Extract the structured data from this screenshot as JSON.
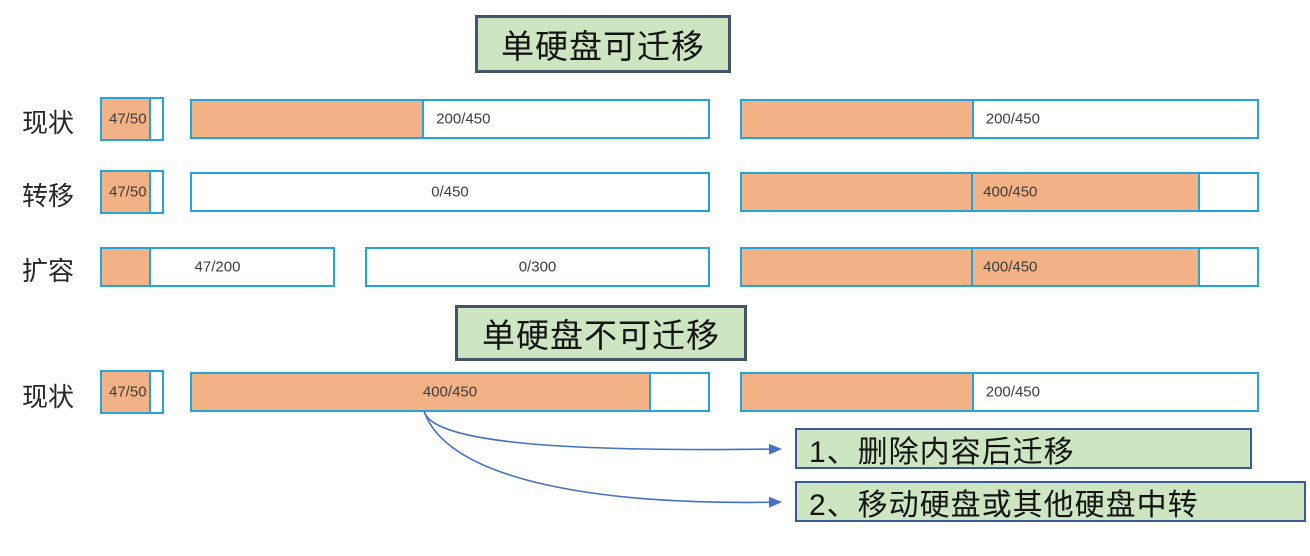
{
  "colors": {
    "bar_border": "#27a3db",
    "bar_fill": "#f3b285",
    "green_box_fill": "#cde5c1",
    "title_box_border": "#44546a",
    "callout_box_border": "#3c5a99",
    "arrow": "#4472c4"
  },
  "sections": [
    {
      "title": "单硬盘可迁移",
      "rows": [
        {
          "label": "现状",
          "bars": [
            {
              "label": "47/50",
              "used": 47,
              "total": 50
            },
            {
              "label": "200/450",
              "used": 200,
              "total": 450
            },
            {
              "label": "200/450",
              "used": 200,
              "total": 450
            }
          ]
        },
        {
          "label": "转移",
          "bars": [
            {
              "label": "47/50",
              "used": 47,
              "total": 50
            },
            {
              "label": "0/450",
              "used": 0,
              "total": 450
            },
            {
              "label": "400/450",
              "used": 400,
              "total": 450
            }
          ]
        },
        {
          "label": "扩容",
          "bars": [
            {
              "label": "47/200",
              "used": 47,
              "total": 200
            },
            {
              "label": "0/300",
              "used": 0,
              "total": 300
            },
            {
              "label": "400/450",
              "used": 400,
              "total": 450
            }
          ]
        }
      ]
    },
    {
      "title": "单硬盘不可迁移",
      "rows": [
        {
          "label": "现状",
          "bars": [
            {
              "label": "47/50",
              "used": 47,
              "total": 50
            },
            {
              "label": "400/450",
              "used": 400,
              "total": 450
            },
            {
              "label": "200/450",
              "used": 200,
              "total": 450
            }
          ]
        }
      ]
    }
  ],
  "callouts": [
    {
      "text": "1、删除内容后迁移"
    },
    {
      "text": "2、移动硬盘或其他硬盘中转"
    }
  ]
}
